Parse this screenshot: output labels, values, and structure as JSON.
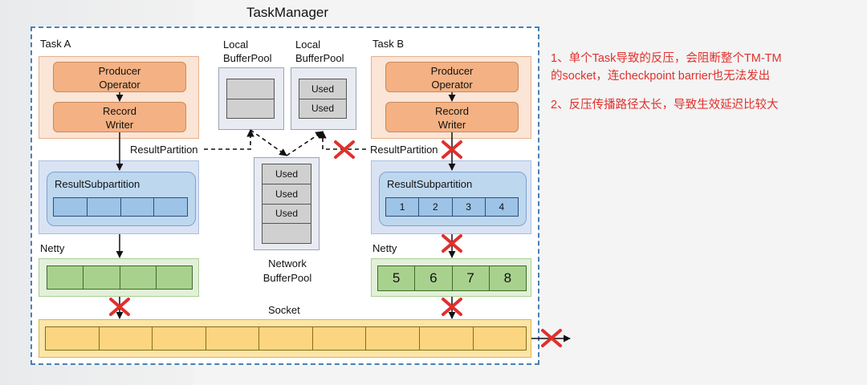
{
  "title": "TaskManager",
  "task_a": {
    "label": "Task A",
    "producer": "Producer\nOperator",
    "writer": "Record\nWriter",
    "result_subpartition": "ResultSubpartition",
    "cells": [
      "",
      "",
      "",
      ""
    ]
  },
  "task_b": {
    "label": "Task B",
    "producer": "Producer\nOperator",
    "writer": "Record\nWriter",
    "result_subpartition": "ResultSubpartition",
    "cells": [
      "1",
      "2",
      "3",
      "4"
    ]
  },
  "result_partition_a": "ResultPartition",
  "result_partition_b": "ResultPartition",
  "local_pool_1": {
    "label": "Local\nBufferPool",
    "cells": [
      "",
      ""
    ]
  },
  "local_pool_2": {
    "label": "Local\nBufferPool",
    "cells": [
      "Used",
      "Used"
    ]
  },
  "network_pool": {
    "label": "Network\nBufferPool",
    "cells": [
      "Used",
      "Used",
      "Used",
      ""
    ]
  },
  "netty_a": {
    "label": "Netty",
    "cells": [
      "",
      "",
      "",
      ""
    ]
  },
  "netty_b": {
    "label": "Netty",
    "cells": [
      "5",
      "6",
      "7",
      "8"
    ]
  },
  "socket": {
    "label": "Socket",
    "cells": [
      "",
      "",
      "",
      "",
      "",
      "",
      "",
      "",
      ""
    ]
  },
  "notes": [
    "1、单个Task导致的反压，会阻断整个TM-TM",
    "的socket，连checkpoint barrier也无法发出",
    "2、反压传播路径太长，导致生效延迟比较大"
  ],
  "colors": {
    "accent_red": "#e0302c",
    "border_blue": "#4a7fb5",
    "task": "#fbe5d6",
    "operator": "#f4b183",
    "partition": "#dae3f3",
    "subpartition": "#bdd7ee",
    "netty": "#e2f0d9",
    "socket": "#fbe5a8"
  }
}
